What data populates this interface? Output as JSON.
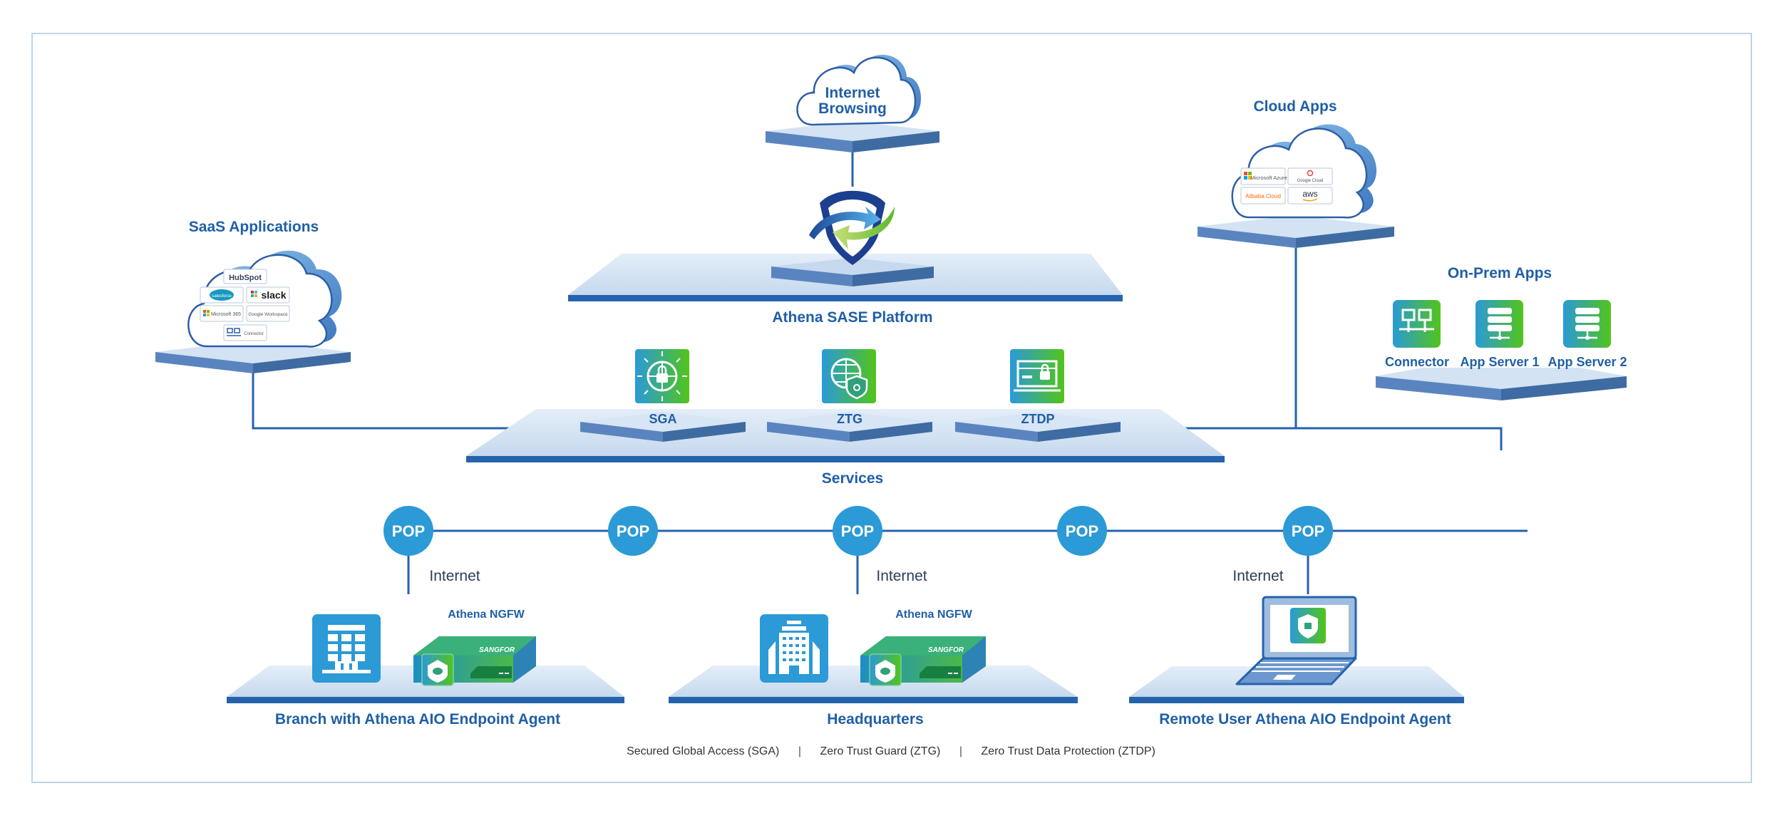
{
  "title": "Athena SASE Platform",
  "nodes": {
    "internet_browsing": {
      "line1": "Internet",
      "line2": "Browsing"
    },
    "sase_platform": {
      "label": "Athena SASE Platform"
    },
    "saas": {
      "label": "SaaS Applications",
      "apps": [
        "HubSpot",
        "salesforce",
        "slack",
        "Microsoft 365",
        "Google Workspace",
        "Connector"
      ]
    },
    "cloud_apps": {
      "label": "Cloud Apps",
      "apps": [
        "Microsoft Azure",
        "Google Cloud",
        "Alibaba Cloud",
        "aws"
      ]
    },
    "on_prem": {
      "label": "On-Prem Apps",
      "items": [
        "Connector",
        "App Server 1",
        "App Server 2"
      ]
    },
    "services": {
      "label": "Services",
      "items": [
        "SGA",
        "ZTG",
        "ZTDP"
      ]
    },
    "pops": [
      "POP",
      "POP",
      "POP",
      "POP",
      "POP"
    ],
    "internet_labels": [
      "Internet",
      "Internet",
      "Internet"
    ],
    "sites": [
      {
        "label": "Branch with Athena AIO Endpoint Agent",
        "device": "Athena NGFW",
        "brand": "SANGFOR"
      },
      {
        "label": "Headquarters",
        "device": "Athena NGFW",
        "brand": "SANGFOR"
      },
      {
        "label": "Remote User Athena AIO Endpoint Agent"
      }
    ]
  },
  "legend": [
    "Secured Global Access (SGA)",
    "Zero Trust Guard (ZTG)",
    "Zero Trust Data Protection (ZTDP)"
  ],
  "legend_separator": "|",
  "colors": {
    "primary_blue": "#1f5fa7",
    "line_blue": "#2563ad",
    "pop_blue": "#2b9ad6",
    "platform_light": "#cfe0f1",
    "platform_dark": "#3d6ea6",
    "gradient_start": "#2a9ad8",
    "gradient_end": "#52c41a",
    "frame": "#bcd6ea"
  }
}
